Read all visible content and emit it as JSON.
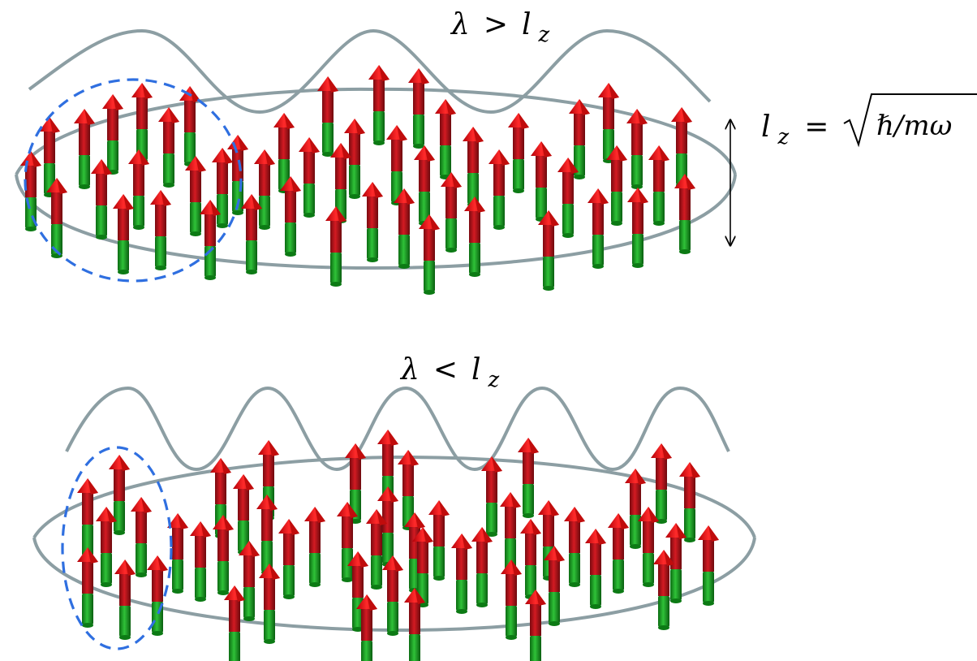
{
  "panels": [
    {
      "id": "top",
      "label": {
        "lhs": "λ",
        "op": ">",
        "rhs": "l",
        "sub": "z"
      },
      "wave_peaks": 3
    },
    {
      "id": "bottom",
      "label": {
        "lhs": "λ",
        "op": "<",
        "rhs": "l",
        "sub": "z"
      },
      "wave_peaks": 5
    }
  ],
  "length_formula": {
    "lhs": "l",
    "sub": "z",
    "eq": "=",
    "radicand": "ℏ/mω"
  },
  "colors": {
    "ring": "#8c9ea3",
    "wave": "#8c9ea3",
    "domain": "#2f6fe0",
    "arrow_top": "#c0121c",
    "arrow_head": "#ff1010",
    "arrow_bottom": "#16a51c",
    "scale_arrow": "#000000"
  },
  "icons": {
    "spin": "spin-arrow-icon",
    "scale": "double-headed-arrow-icon"
  }
}
